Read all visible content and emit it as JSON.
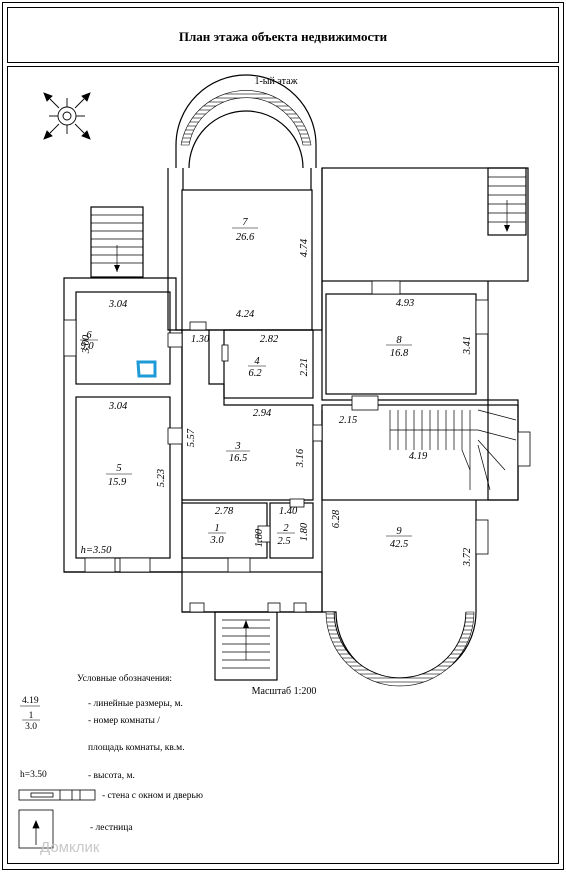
{
  "header": {
    "title": "План этажа объекта недвижимости"
  },
  "floor": {
    "label": "1-ый этаж"
  },
  "scale": {
    "label": "Масштаб 1:200"
  },
  "rooms": [
    {
      "num": "1",
      "area": "3.0"
    },
    {
      "num": "2",
      "area": "2.5"
    },
    {
      "num": "3",
      "area": "16.5"
    },
    {
      "num": "4",
      "area": "6.2"
    },
    {
      "num": "5",
      "area": "15.9"
    },
    {
      "num": "6",
      "area": "9.0"
    },
    {
      "num": "7",
      "area": "26.6"
    },
    {
      "num": "8",
      "area": "16.8"
    },
    {
      "num": "9",
      "area": "42.5"
    }
  ],
  "dimensions": [
    "3.04",
    "3.00",
    "1.30",
    "4.24",
    "4.74",
    "4.93",
    "3.41",
    "2.82",
    "2.21",
    "3.04",
    "5.23",
    "5.57",
    "2.94",
    "3.16",
    "2.15",
    "4.19",
    "2.78",
    "1.40",
    "1.80",
    "1.80",
    "6.28",
    "3.72"
  ],
  "height_note": "h=3.50",
  "legend": {
    "title": "Условные обозначения:",
    "dim_sample": "4.19",
    "dim_text": "- линейные размеры, м.",
    "frac_top": "1",
    "frac_bottom": "3.0",
    "room_text_1": "- номер комнаты /",
    "room_text_2": "площадь комнаты, кв.м.",
    "height_sample": "h=3.50",
    "height_text": "- высота, м.",
    "wall_text": "- стена с окном и дверью",
    "stair_text": "- лестница"
  },
  "watermark": "Домклик",
  "colors": {
    "line": "#000000",
    "marker": "#1e9bd7",
    "watermark": "#c8c8c8"
  }
}
